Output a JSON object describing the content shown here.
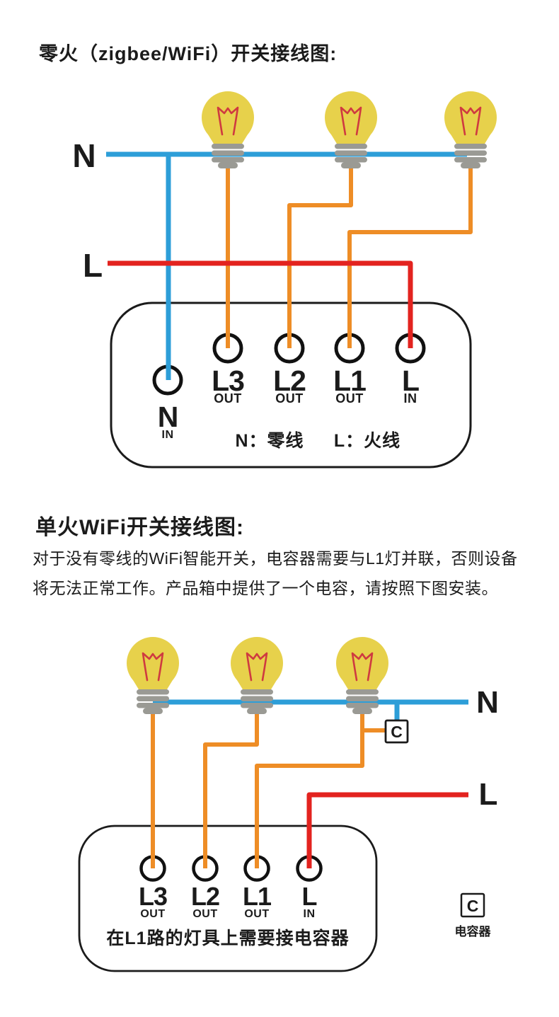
{
  "colors": {
    "neutral_blue": "#2d9ed8",
    "live_red": "#e3231f",
    "load_orange": "#ee8d26",
    "bulb_yellow": "#e7d14b",
    "bulb_base_gray": "#9a9a94",
    "filament_red": "#cf3a40",
    "outline_black": "#1b1b1b"
  },
  "section1": {
    "title": "零火（zigbee/WiFi）开关接线图:",
    "neutral_label": "N",
    "live_label": "L",
    "switch": {
      "terminals": [
        {
          "name": "L3",
          "sub": "OUT"
        },
        {
          "name": "L2",
          "sub": "OUT"
        },
        {
          "name": "L1",
          "sub": "OUT"
        },
        {
          "name": "L",
          "sub": "IN"
        }
      ],
      "neutral_terminal": {
        "name": "N",
        "sub": "IN"
      },
      "note_neutral": "N：零线",
      "note_live": "L：火线"
    }
  },
  "section2": {
    "title": "单火WiFi开关接线图:",
    "description_line1": "对于没有零线的WiFi智能开关，电容器需要与L1灯并联，否则设备",
    "description_line2": "将无法正常工作。产品箱中提供了一个电容，请按照下图安装。",
    "neutral_label": "N",
    "live_label": "L",
    "capacitor_symbol": "C",
    "switch": {
      "terminals": [
        {
          "name": "L3",
          "sub": "OUT"
        },
        {
          "name": "L2",
          "sub": "OUT"
        },
        {
          "name": "L1",
          "sub": "OUT"
        },
        {
          "name": "L",
          "sub": "IN"
        }
      ],
      "note": "在L1路的灯具上需要接电容器"
    },
    "legend": {
      "symbol": "C",
      "label": "电容器"
    }
  }
}
